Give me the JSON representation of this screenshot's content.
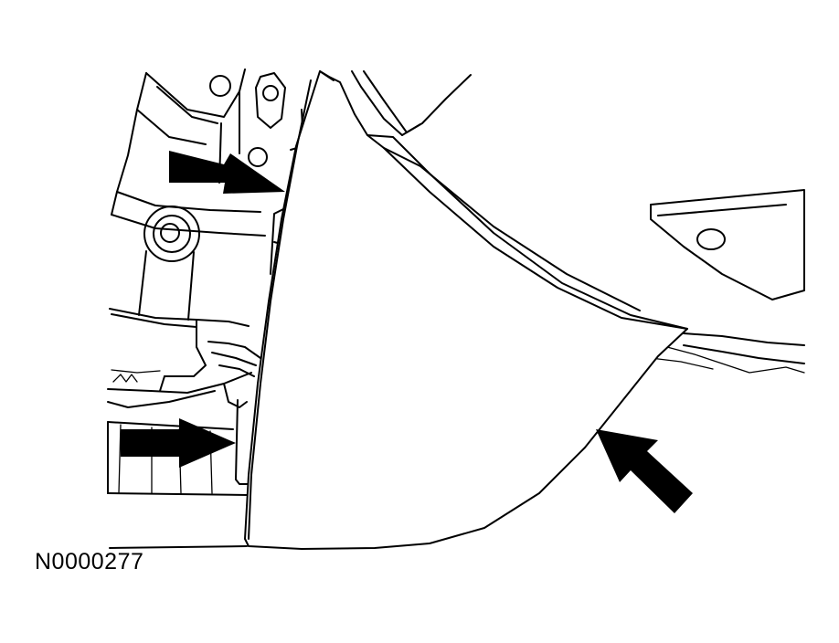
{
  "figure": {
    "code": "N0000277",
    "line_color": "#000000",
    "background_color": "#ffffff",
    "arrows": [
      {
        "name": "upper-left-arrow",
        "direction": "right"
      },
      {
        "name": "lower-left-arrow",
        "direction": "right"
      },
      {
        "name": "right-arrow",
        "direction": "up-left"
      }
    ]
  }
}
